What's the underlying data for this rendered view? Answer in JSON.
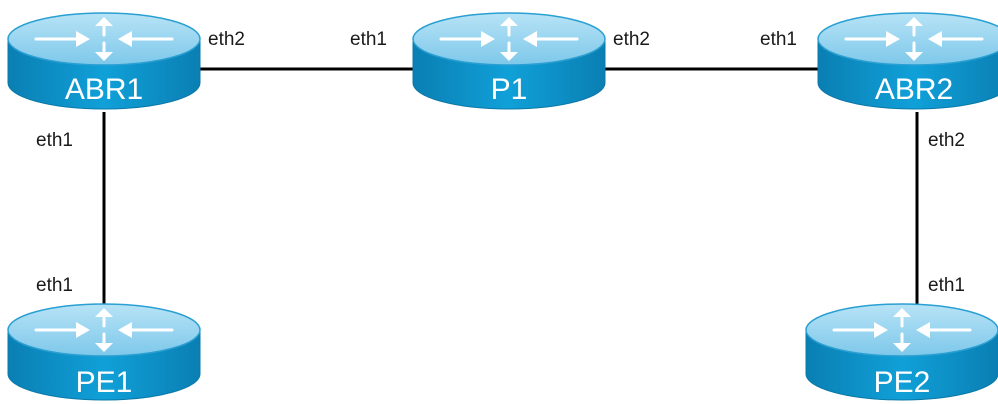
{
  "routers": {
    "abr1": {
      "name": "ABR1",
      "icon": "router-icon"
    },
    "p1": {
      "name": "P1",
      "icon": "router-icon"
    },
    "abr2": {
      "name": "ABR2",
      "icon": "router-icon"
    },
    "pe1": {
      "name": "PE1",
      "icon": "router-icon"
    },
    "pe2": {
      "name": "PE2",
      "icon": "router-icon"
    }
  },
  "links": {
    "abr1_p1": {
      "a_port": "eth2",
      "b_port": "eth1"
    },
    "p1_abr2": {
      "a_port": "eth2",
      "b_port": "eth1"
    },
    "abr1_pe1": {
      "a_port": "eth1",
      "b_port": "eth1"
    },
    "abr2_pe2": {
      "a_port": "eth2",
      "b_port": "eth1"
    }
  },
  "colors": {
    "router_top": "#8fd0ee",
    "router_body": "#0a8ec4",
    "router_edge": "#0b7fb0",
    "link": "#000000"
  }
}
